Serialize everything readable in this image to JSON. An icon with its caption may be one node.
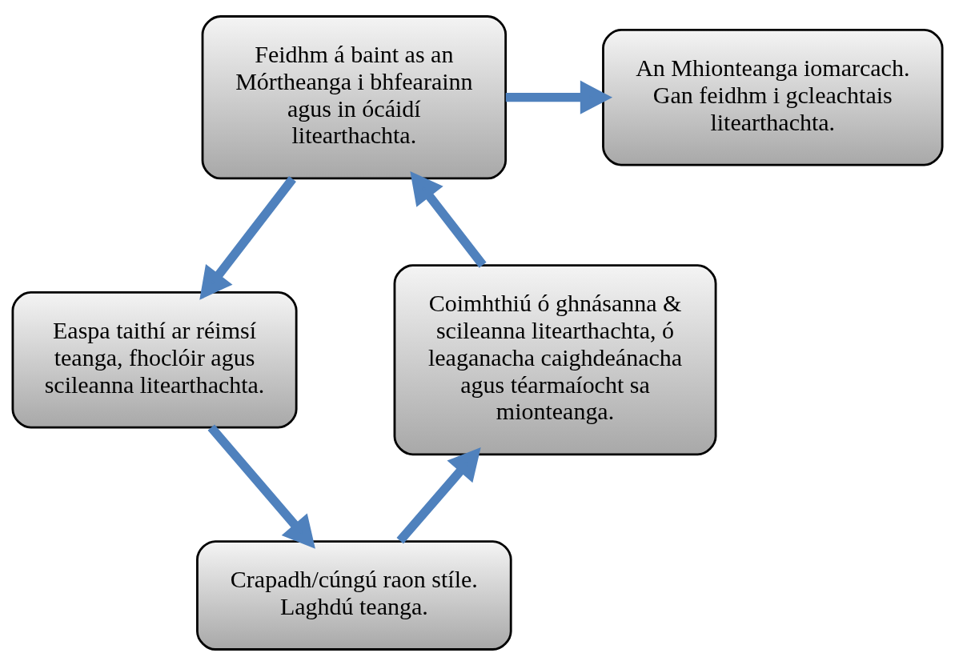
{
  "diagram": {
    "nodes": [
      {
        "text": [
          "Feidhm á baint as an Mórtheanga i bhfearainn agus in ócáidí litearthachta."
        ]
      },
      {
        "text": [
          "An Mhionteanga iomarcach.",
          "Gan feidhm i gcleachtais litearthachta."
        ]
      },
      {
        "text": [
          "Easpa taithí ar réimsí teanga, fhoclóir agus scileanna litearthachta."
        ]
      },
      {
        "text": [
          "Crapadh/cúngú raon stíle.",
          "Laghdú teanga."
        ]
      },
      {
        "text": [
          "Coimhthiú ó ghnásanna & scileanna litearthachta, ó leaganacha caighdeánacha agus téarmaíocht sa mionteanga."
        ]
      }
    ],
    "edges": [
      {
        "from": 4,
        "to": 0,
        "arrow": "to"
      },
      {
        "from": 0,
        "to": 1,
        "arrow": "to"
      },
      {
        "from": 0,
        "to": 2,
        "arrow": "to"
      },
      {
        "from": 2,
        "to": 3,
        "arrow": "to"
      },
      {
        "from": 3,
        "to": 4,
        "arrow": "to"
      }
    ]
  }
}
